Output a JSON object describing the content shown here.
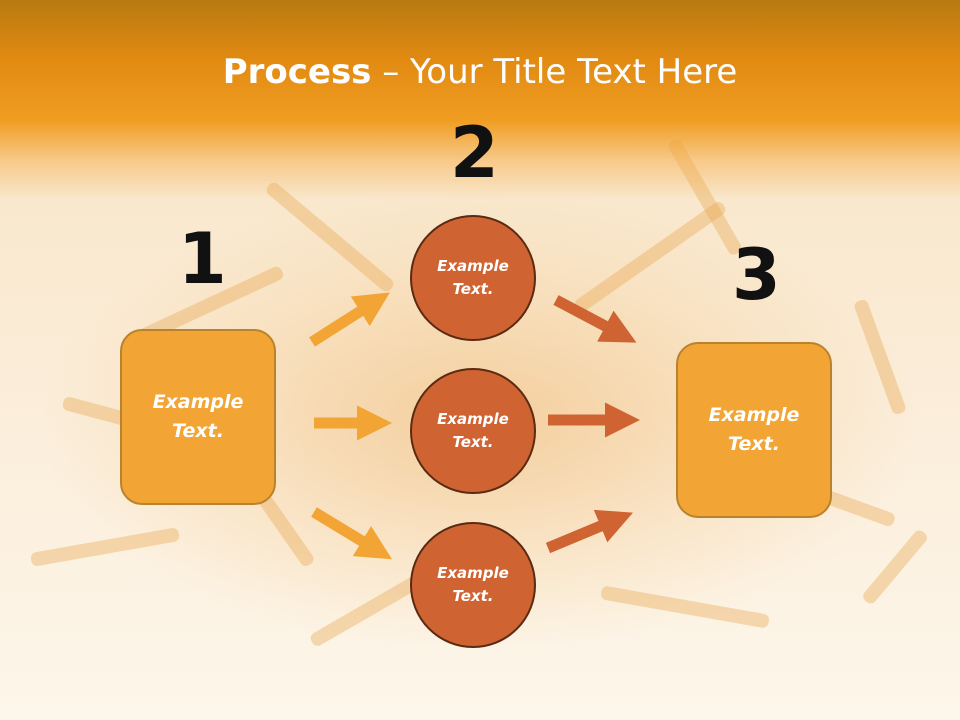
{
  "slide": {
    "title_bold": "Process",
    "title_rest": " – Your Title Text Here"
  },
  "steps": [
    {
      "number": "1",
      "text": "Example\nText."
    },
    {
      "number": "2",
      "items": [
        "Example\nText.",
        "Example\nText.",
        "Example\nText."
      ]
    },
    {
      "number": "3",
      "text": "Example\nText."
    }
  ],
  "colors": {
    "header": "#f09d22",
    "box_fill": "#f2a434",
    "circle_fill": "#cf6332",
    "arrow_light": "#f2a434",
    "arrow_dark": "#cf6332"
  }
}
